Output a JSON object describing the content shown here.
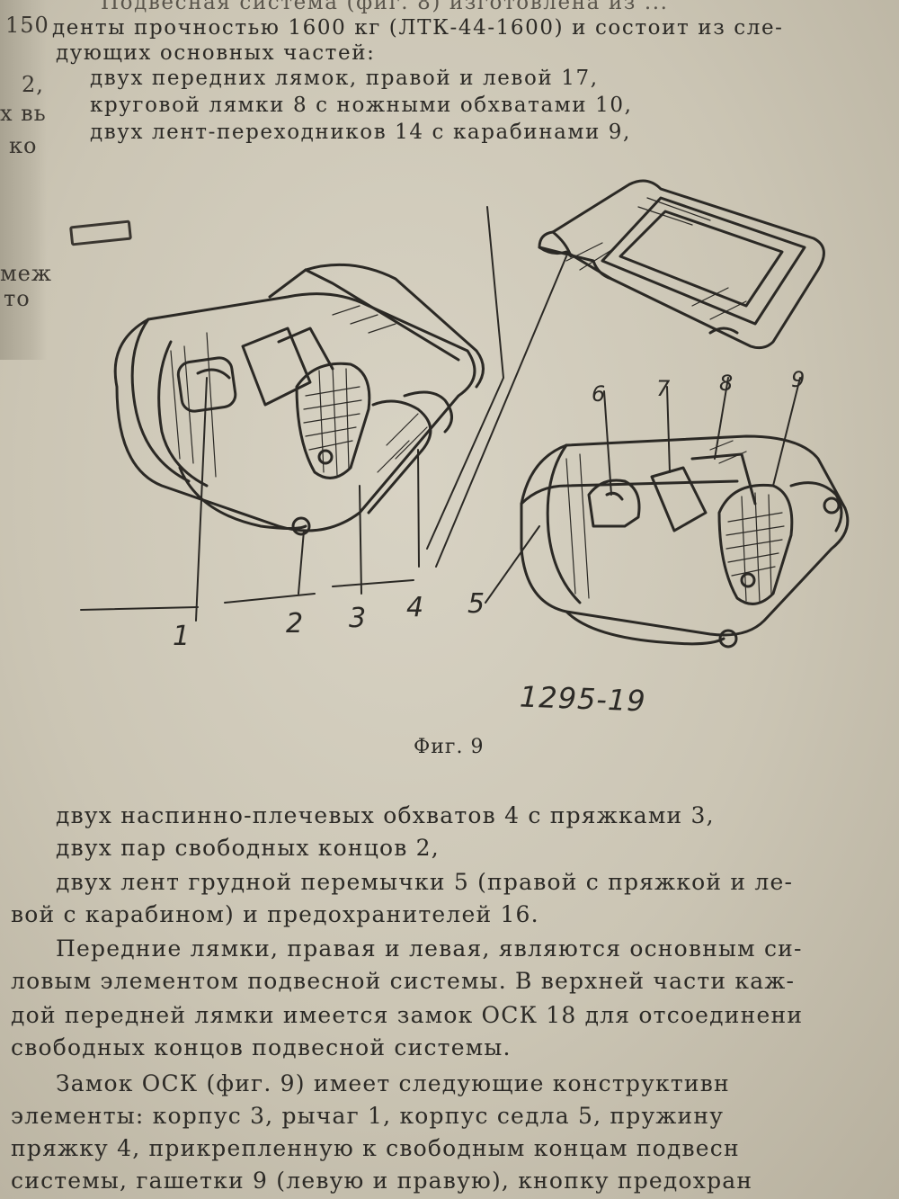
{
  "margin_fragments": [
    "150",
    "2,",
    "х вь",
    "ко",
    "меж",
    "то"
  ],
  "top_lines": [
    "Подвесная система (фиг. 8) изготовлена из ...",
    "денты прочностью 1600 кг (ЛТК-44-1600) и состоит из сле-",
    "дующих основных частей:",
    "двух передних лямок, правой и левой 17,",
    "круговой лямки 8 с ножными обхватами 10,",
    "двух лент-переходников 14 с карабинами 9,"
  ],
  "figure": {
    "callouts_left": [
      "1",
      "2",
      "3",
      "4"
    ],
    "callouts_right": [
      "5"
    ],
    "callouts_top": [
      "6",
      "7",
      "8",
      "9"
    ],
    "code": "1295-19",
    "caption": "Фиг. 9"
  },
  "body_lines": [
    "двух наспинно-плечевых обхватов 4 с пряжками 3,",
    "двух пар свободных концов 2,",
    "двух лент грудной перемычки 5 (правой с пряжкой и ле-",
    "вой с карабином) и предохранителей 16.",
    "Передние лямки, правая и левая, являются основным си-",
    "ловым элементом подвесной системы. В верхней части каж-",
    "дой передней лямки имеется замок ОСК 18 для отсоединени",
    "свободных концов подвесной системы.",
    "Замок ОСК (фиг. 9) имеет следующие конструктивн",
    "элементы: корпус 3, рычаг 1, корпус седла 5, пружину",
    "пряжку 4, прикрепленную к свободным концам подвесн",
    "системы, гашетки 9 (левую и правую), кнопку предохран"
  ]
}
